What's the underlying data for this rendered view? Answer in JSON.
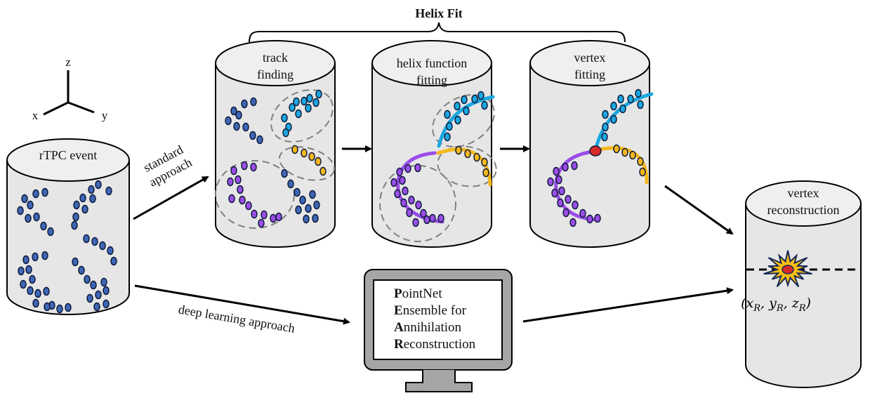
{
  "title": "Helix Fit",
  "axes": {
    "z": "z",
    "x": "x",
    "y": "y"
  },
  "cylinders": {
    "input": {
      "label": [
        "rTPC event"
      ]
    },
    "track_finding": {
      "label": [
        "track",
        "finding"
      ]
    },
    "helix_fitting": {
      "label": [
        "helix function",
        "fitting"
      ]
    },
    "vertex_fitting": {
      "label": [
        "vertex",
        "fitting"
      ]
    },
    "output": {
      "label": [
        "vertex",
        "reconstruction"
      ],
      "coordinate": "(x_R, y_R, z_R)"
    }
  },
  "edges": {
    "standard": [
      "standard",
      "approach"
    ],
    "deep_learning": "deep learning approach"
  },
  "monitor": {
    "lines": [
      {
        "initial": "P",
        "rest": "ointNet"
      },
      {
        "initial": "E",
        "rest": "nsemble for"
      },
      {
        "initial": "A",
        "rest": "nnihilation"
      },
      {
        "initial": "R",
        "rest": "econstruction"
      }
    ]
  },
  "colors": {
    "cylinder_fill": "#e6e6e6",
    "dot_blue": "#3f66b5",
    "track_cyan": "#1ba7e0",
    "track_yellow": "#f5b81c",
    "track_purple": "#9b4de8",
    "vertex_red": "#d62a2a",
    "star_yellow": "#fbbf14",
    "monitor_gray": "#a6a6a6"
  }
}
